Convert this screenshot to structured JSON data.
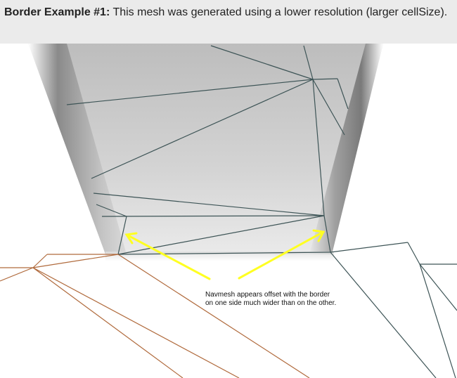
{
  "caption": {
    "label": "Border Example #1:",
    "text": " This mesh was generated using a lower resolution (larger cellSize)."
  },
  "figure": {
    "annotation_line1": "Navmesh appears offset with the border",
    "annotation_line2": "on one side much wider than on the other.",
    "colors": {
      "navmesh_edges": "#3d5456",
      "ground_edges": "#b06a3c",
      "arrows": "#ffff22",
      "wall_shadow": "#888888"
    }
  }
}
